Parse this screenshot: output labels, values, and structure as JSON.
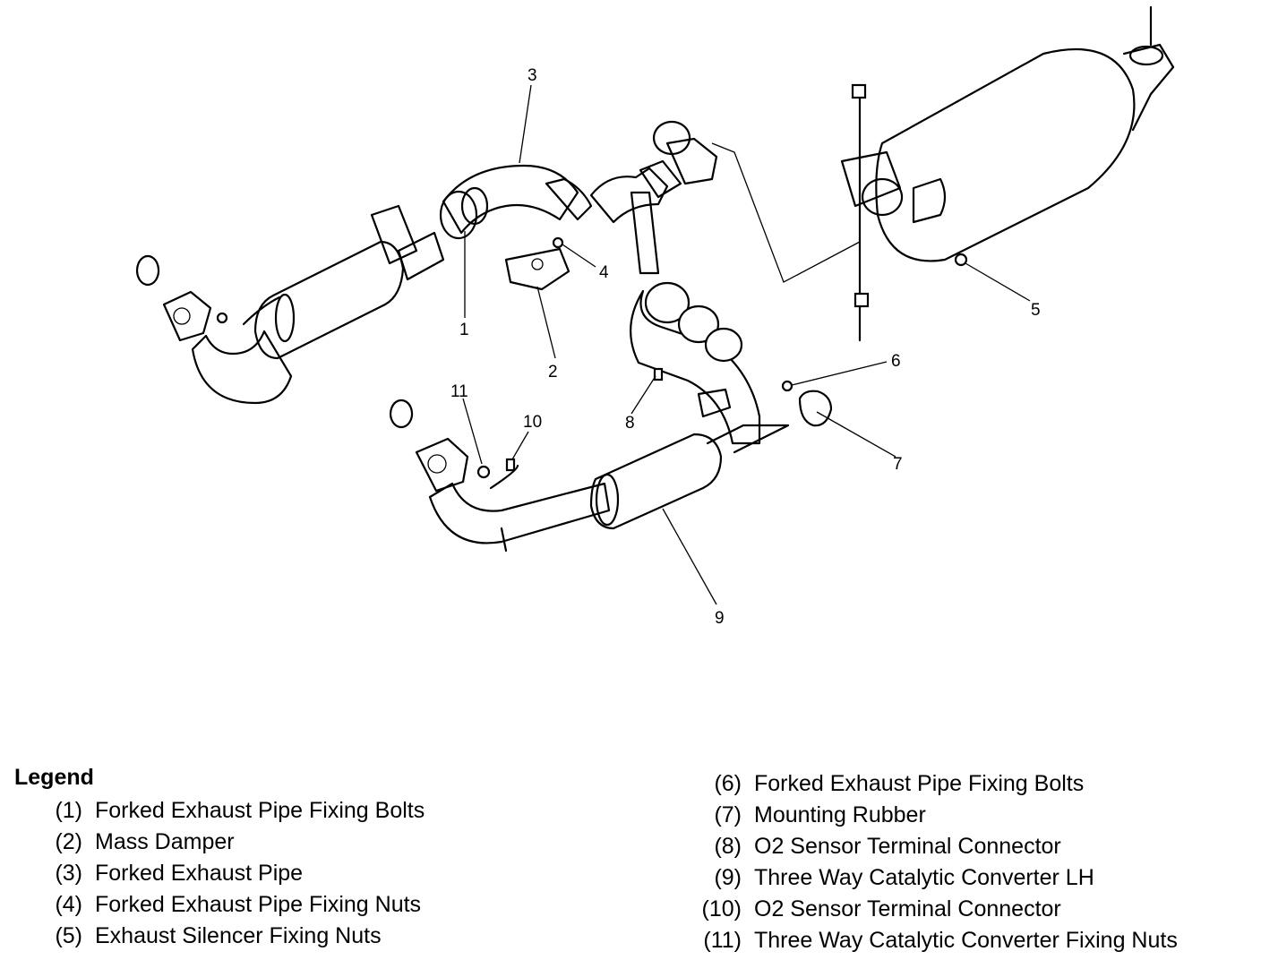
{
  "callouts": [
    "1",
    "2",
    "3",
    "4",
    "5",
    "6",
    "7",
    "8",
    "9",
    "10",
    "11"
  ],
  "legend": {
    "title": "Legend",
    "items_left": [
      {
        "code": "(1)",
        "text": "Forked Exhaust Pipe Fixing Bolts"
      },
      {
        "code": "(2)",
        "text": "Mass Damper"
      },
      {
        "code": "(3)",
        "text": "Forked Exhaust Pipe"
      },
      {
        "code": "(4)",
        "text": "Forked Exhaust Pipe Fixing Nuts"
      },
      {
        "code": "(5)",
        "text": "Exhaust Silencer Fixing Nuts"
      }
    ],
    "items_right": [
      {
        "code": "(6)",
        "text": "Forked Exhaust Pipe Fixing Bolts"
      },
      {
        "code": "(7)",
        "text": "Mounting Rubber"
      },
      {
        "code": "(8)",
        "text": "O2 Sensor Terminal Connector"
      },
      {
        "code": "(9)",
        "text": "Three Way Catalytic Converter LH"
      },
      {
        "code": "(10)",
        "text": "O2 Sensor Terminal Connector"
      },
      {
        "code": "(11)",
        "text": "Three Way Catalytic Converter Fixing Nuts"
      }
    ]
  }
}
